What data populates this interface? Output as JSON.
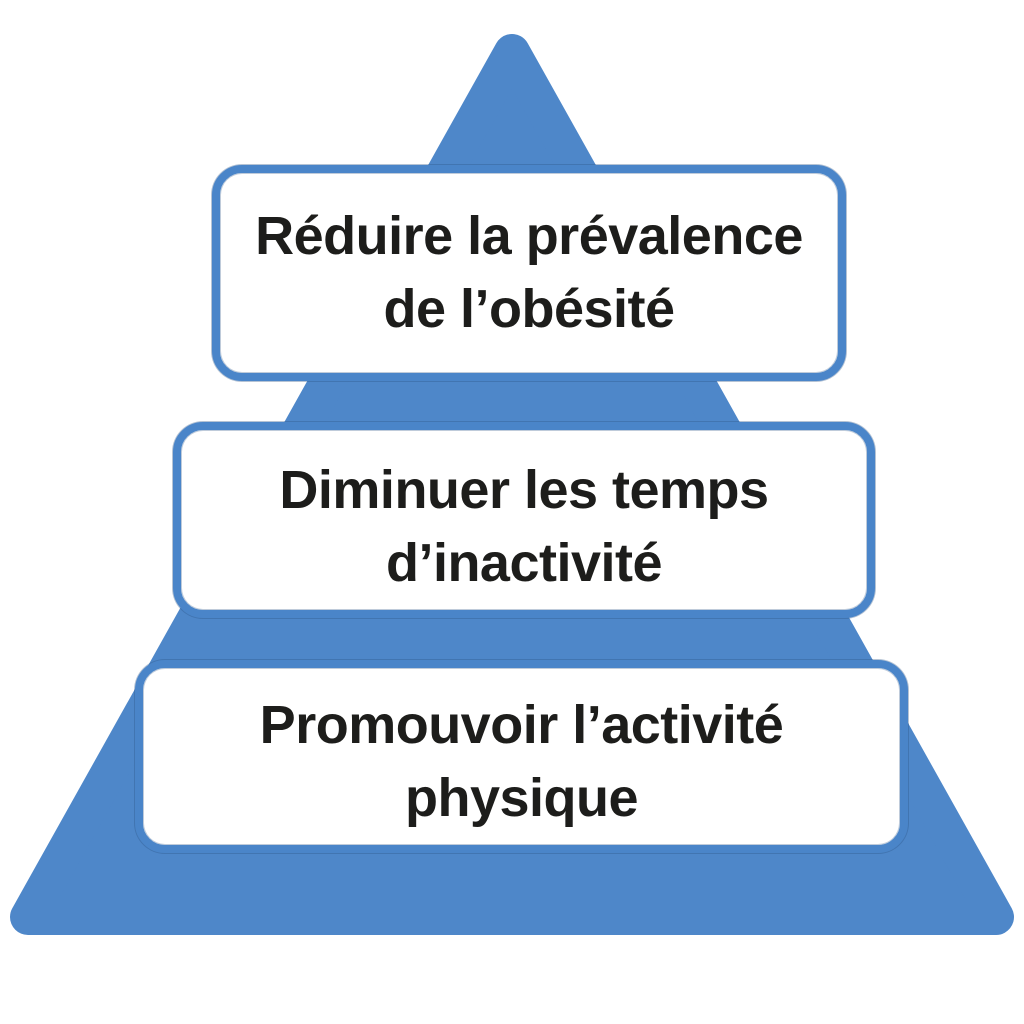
{
  "diagram": {
    "type": "pyramid",
    "language": "fr",
    "colors": {
      "pyramid_fill": "#4E87C9",
      "box_border": "#4A85C9",
      "box_fill": "#FFFFFF",
      "text": "#1D1D1B"
    },
    "levels": [
      {
        "position": "top",
        "label": "Réduire la prévalence de l’obésité",
        "line1": "Réduire la prévalence",
        "line2": "de l’obésité"
      },
      {
        "position": "middle",
        "label": "Diminuer les temps d’inactivité",
        "line1": "Diminuer les temps",
        "line2": "d’inactivité"
      },
      {
        "position": "bottom",
        "label": "Promouvoir l’activité physique",
        "line1": "Promouvoir l’activité",
        "line2": "physique"
      }
    ]
  }
}
